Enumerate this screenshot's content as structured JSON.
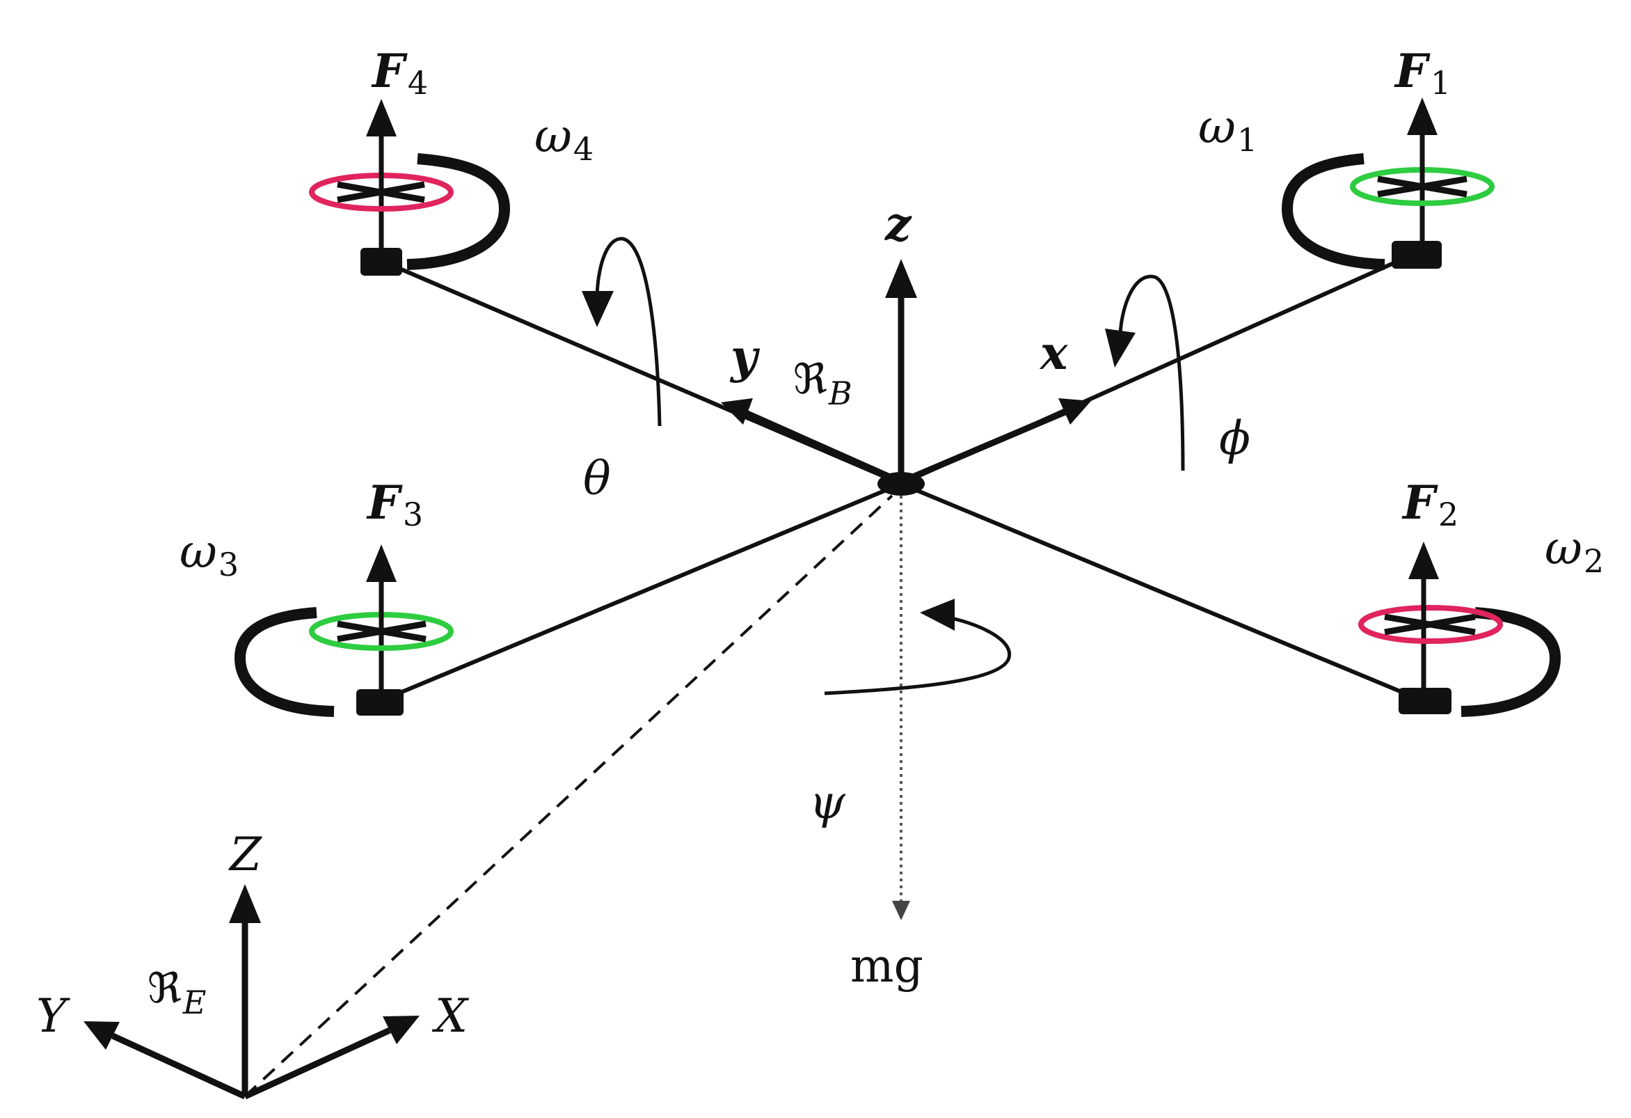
{
  "body_frame": {
    "symbol": "ℜ",
    "subscript": "B",
    "axis_x": "x",
    "axis_y": "y",
    "axis_z": "z"
  },
  "earth_frame": {
    "symbol": "ℜ",
    "subscript": "E",
    "axis_X": "X",
    "axis_Y": "Y",
    "axis_Z": "Z"
  },
  "rotors": [
    {
      "force": "F",
      "force_sub": "1",
      "omega": "ω",
      "omega_sub": "1",
      "ring_color": "#2ecc40"
    },
    {
      "force": "F",
      "force_sub": "2",
      "omega": "ω",
      "omega_sub": "2",
      "ring_color": "#e0245e"
    },
    {
      "force": "F",
      "force_sub": "3",
      "omega": "ω",
      "omega_sub": "3",
      "ring_color": "#2ecc40"
    },
    {
      "force": "F",
      "force_sub": "4",
      "omega": "ω",
      "omega_sub": "4",
      "ring_color": "#e0245e"
    }
  ],
  "angles": {
    "roll": "ϕ",
    "pitch": "θ",
    "yaw": "ψ"
  },
  "gravity_label": "mg",
  "colors": {
    "line": "#111111",
    "ccw_ring": "#2ecc40",
    "cw_ring": "#e0245e"
  }
}
